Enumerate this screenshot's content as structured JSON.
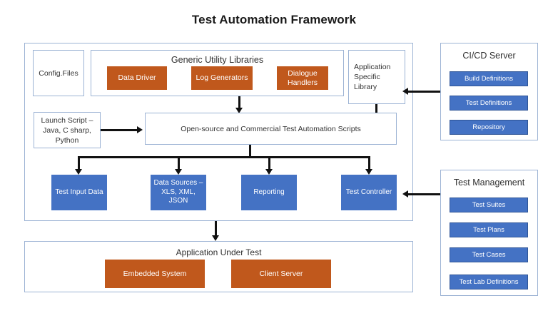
{
  "title": "Test Automation Framework",
  "main_framework": {
    "config_files": "Config.Files",
    "utility_libraries": {
      "title": "Generic Utility Libraries",
      "items": [
        "Data Driver",
        "Log Generators",
        "Dialogue Handlers"
      ]
    },
    "application_specific_library": "Application Specific Library",
    "launch_script": "Launch Script – Java, C sharp, Python",
    "automation_scripts": "Open-source and Commercial Test Automation Scripts",
    "outputs": [
      "Test Input Data",
      "Data Sources – XLS, XML, JSON",
      "Reporting",
      "Test Controller"
    ]
  },
  "application_under_test": {
    "title": "Application Under Test",
    "items": [
      "Embedded System",
      "Client Server"
    ]
  },
  "cicd_server": {
    "title": "CI/CD Server",
    "items": [
      "Build Definitions",
      "Test Definitions",
      "Repository"
    ]
  },
  "test_management": {
    "title": "Test Management",
    "items": [
      "Test Suites",
      "Test Plans",
      "Test Cases",
      "Test Lab Definitions"
    ]
  },
  "colors": {
    "orange": "#c0581c",
    "blue": "#4472c4",
    "panel_border": "#9cb3d4",
    "connector": "#111111"
  }
}
